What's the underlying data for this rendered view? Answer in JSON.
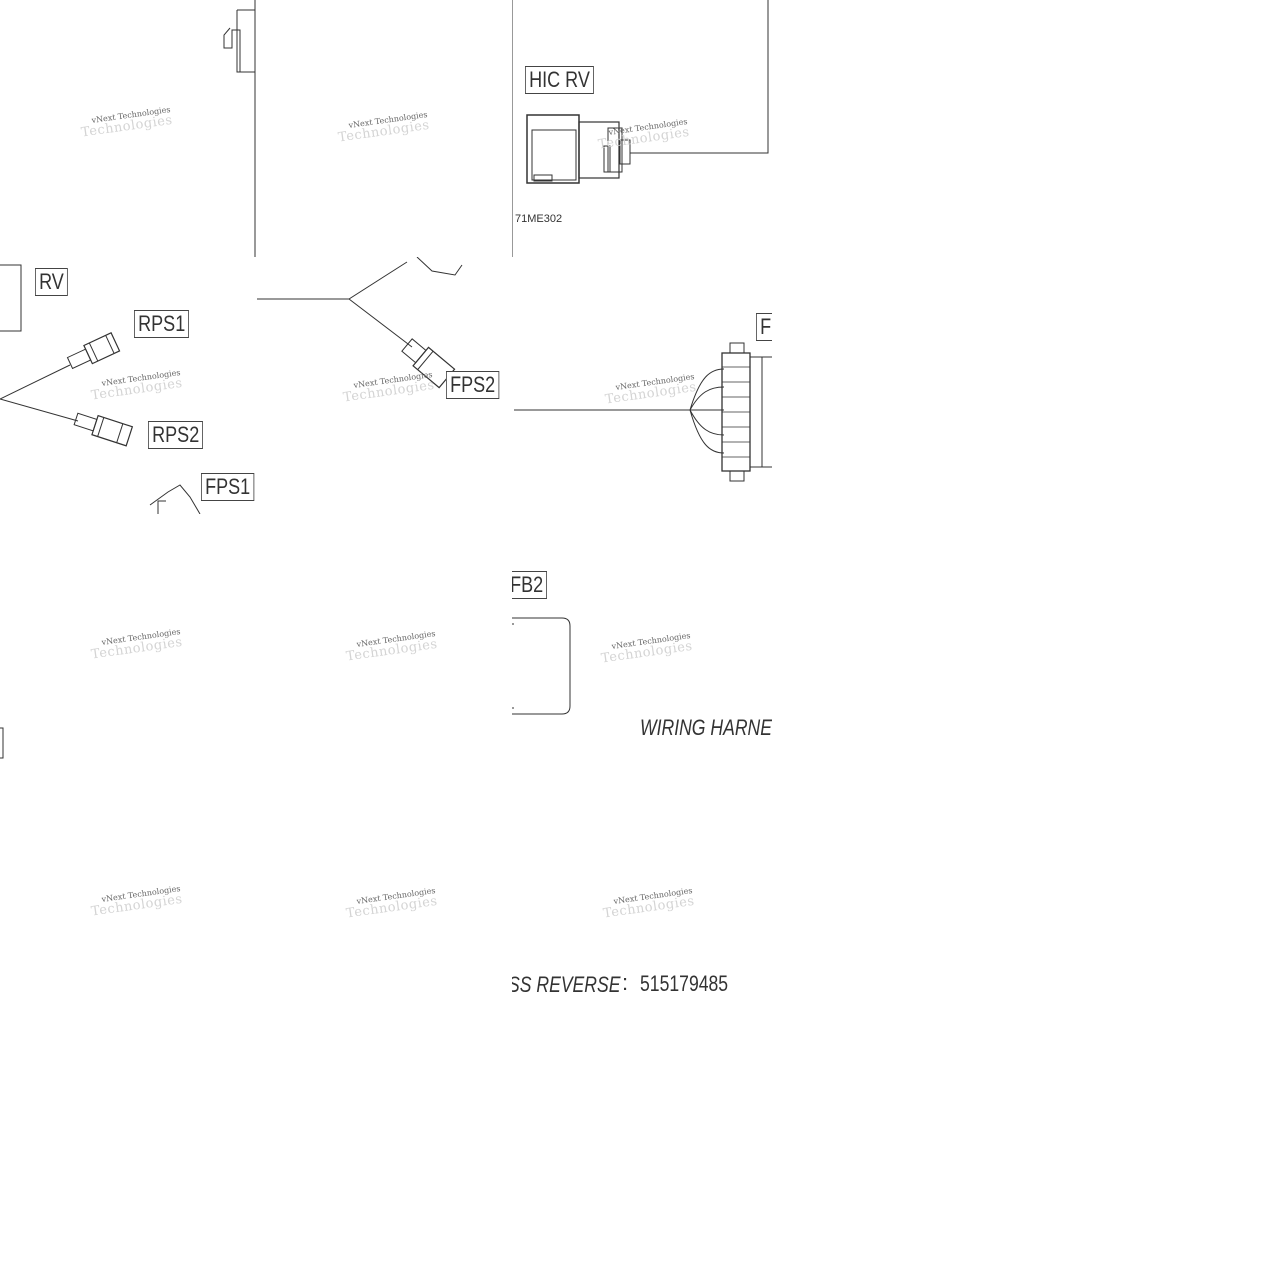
{
  "labels": {
    "hic_rv": "HIC  RV",
    "part_code": "71ME302",
    "rv": "RV",
    "rps1": "RPS1",
    "rps2": "RPS2",
    "fps1": "FPS1",
    "fps2": "FPS2",
    "f_partial": "F",
    "fb2": "FB2",
    "title_partial": "WIRING HARNES",
    "footer_left": "SS  REVERSE",
    "footer_colon": ":",
    "footer_number": "515179485"
  },
  "watermark": {
    "line1": "vNext Technologies",
    "line2": "Technologies"
  },
  "colors": {
    "line": "#333333",
    "watermark_light": "#d4d4d4"
  }
}
